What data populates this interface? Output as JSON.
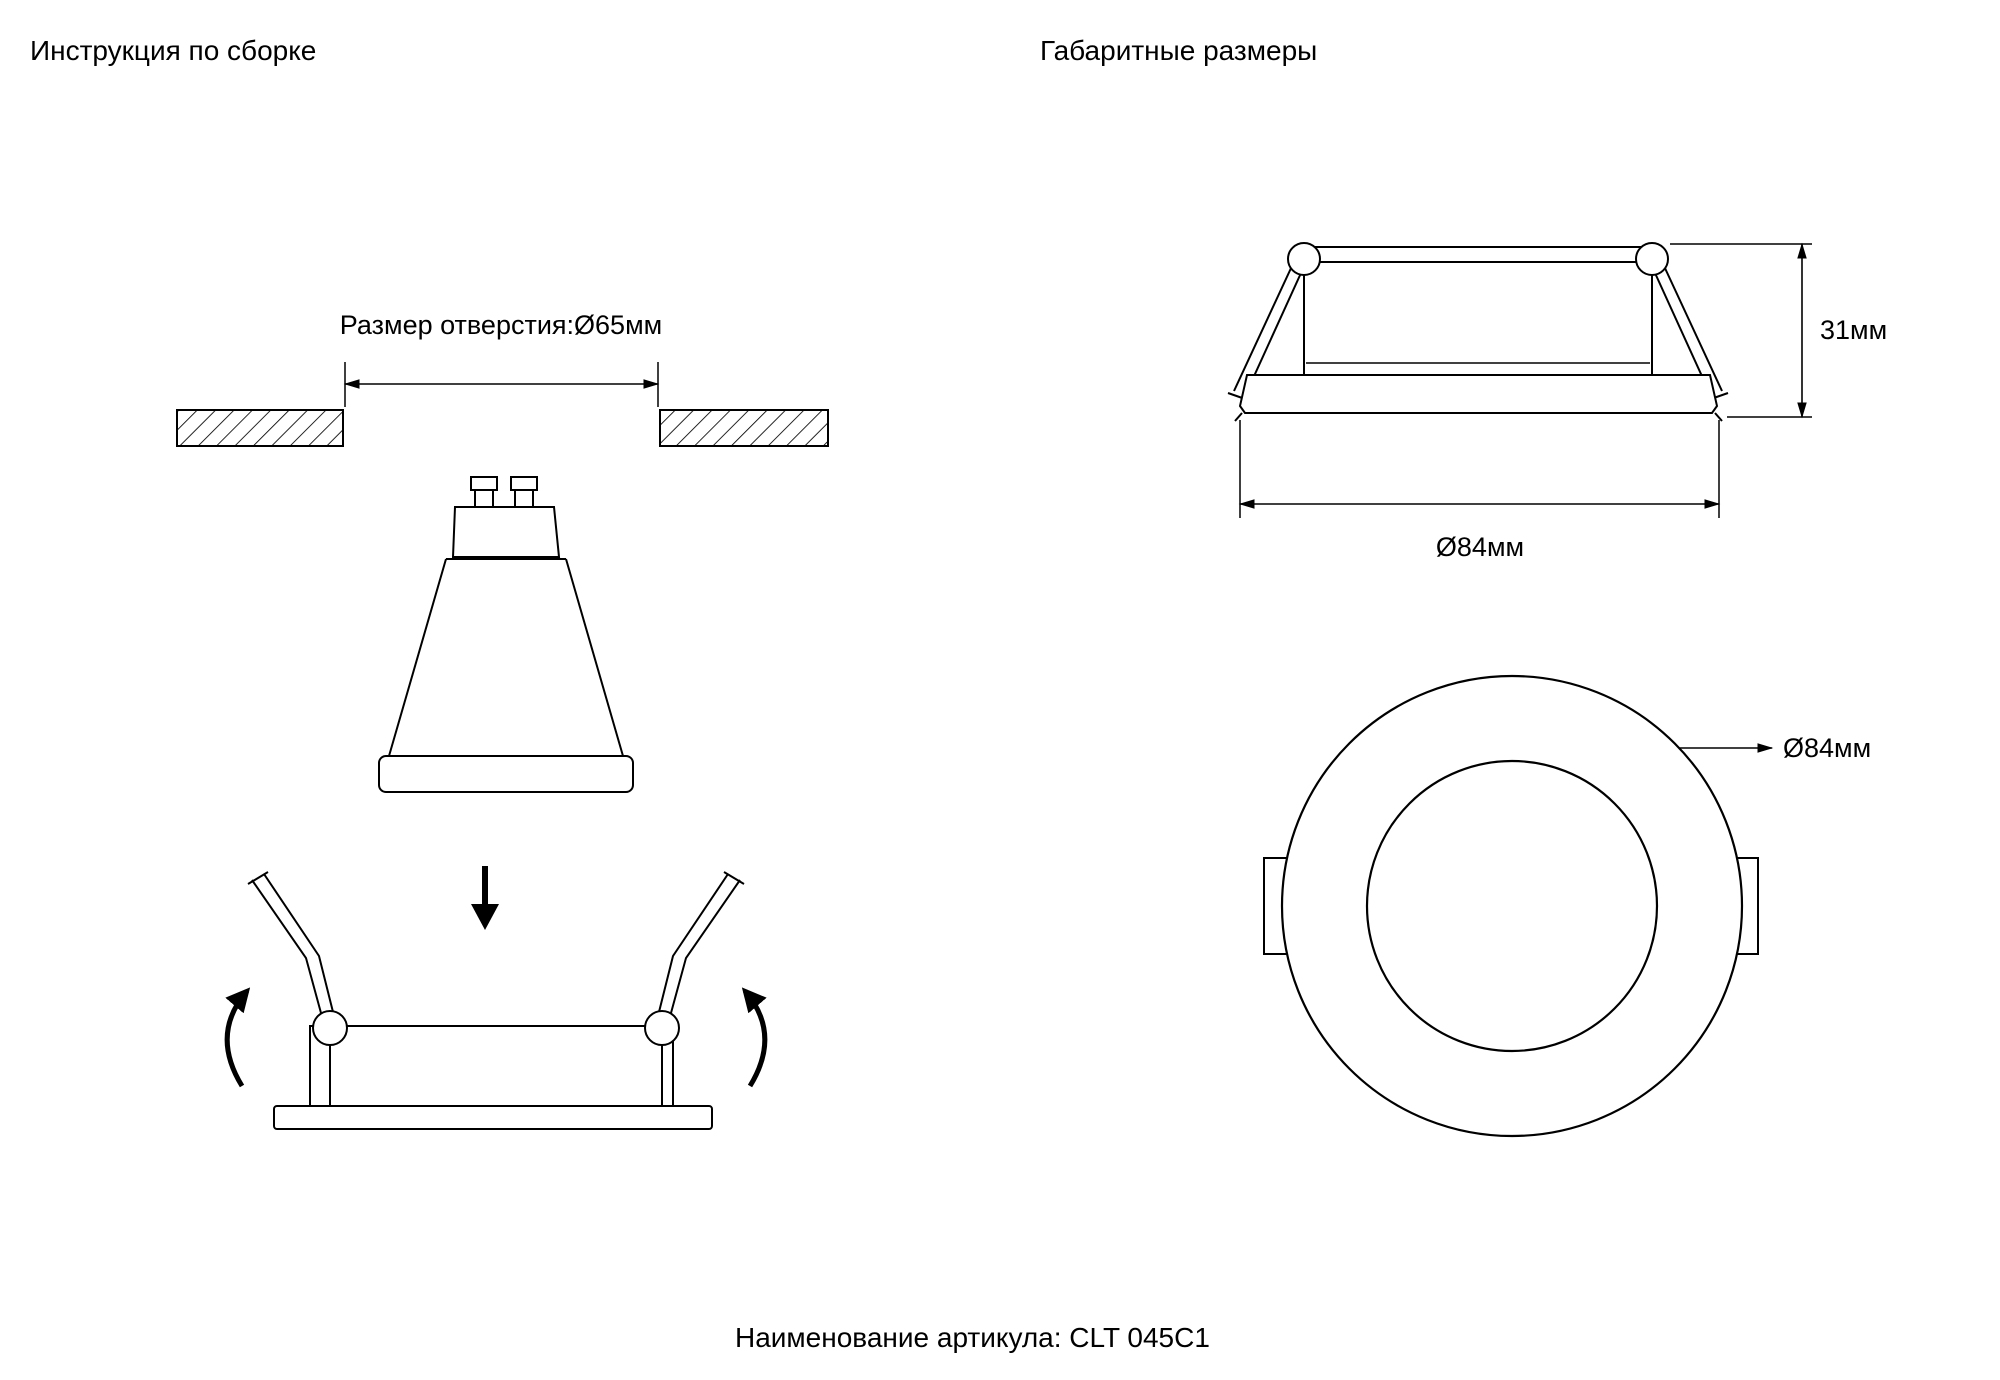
{
  "colors": {
    "background": "#ffffff",
    "ink": "#000000"
  },
  "headers": {
    "assembly": "Инструкция по сборке",
    "dimensions": "Габаритные размеры"
  },
  "assembly": {
    "hole_size_label": "Размер отверстия:Ø65мм"
  },
  "dimensions": {
    "height_label": "31мм",
    "outer_diameter_label": "Ø84мм",
    "front_diameter_label": "Ø84мм"
  },
  "footer": {
    "article_label": "Наименование артикула: CLT 045C1"
  }
}
